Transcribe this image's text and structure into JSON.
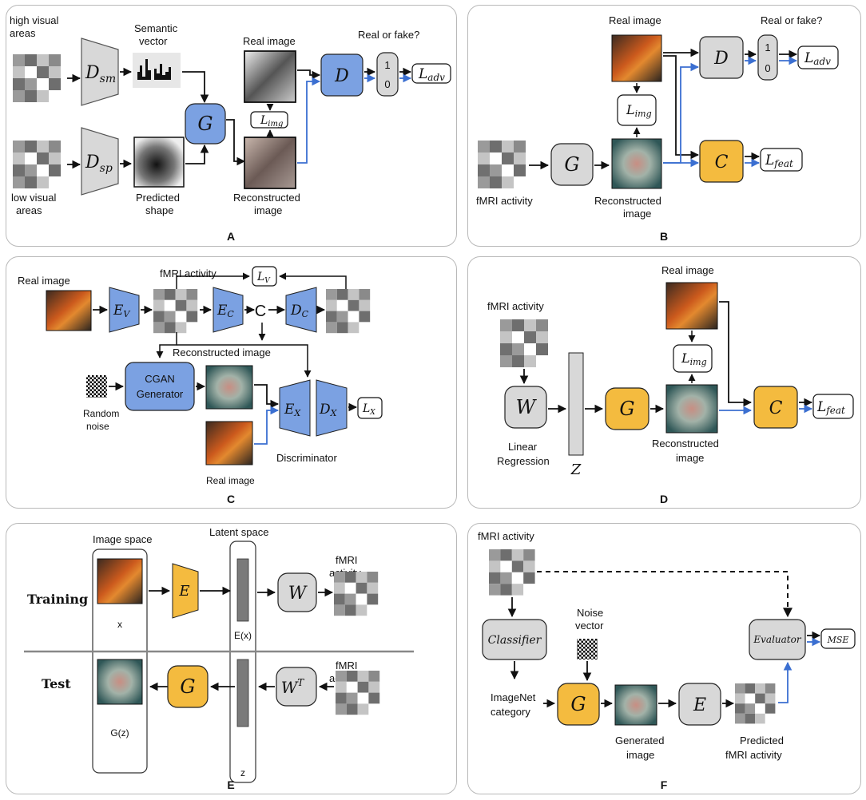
{
  "colors": {
    "blue": "#7ba1e2",
    "blue_arrow": "#3b6fd1",
    "orange": "#f4bb3f",
    "gray": "#d8d8d8",
    "border": "#b9b9b9"
  },
  "panelA": {
    "letter": "A",
    "high_areas": [
      "high visual",
      "areas"
    ],
    "low_areas": [
      "low visual",
      "areas"
    ],
    "dsm": "D",
    "dsm_sub": "sm",
    "dsp": "D",
    "dsp_sub": "sp",
    "semantic_vector": [
      "Semantic",
      "vector"
    ],
    "predicted_shape": [
      "Predicted",
      "shape"
    ],
    "g": "G",
    "real_image": "Real image",
    "real_or_fake": "Real or fake?",
    "d": "D",
    "bit_top": "1",
    "bit_bottom": "0",
    "ladv": "L",
    "ladv_sub": "adv",
    "limg": "L",
    "limg_sub": "img",
    "reconstructed": [
      "Reconstructed",
      "image"
    ]
  },
  "panelB": {
    "letter": "B",
    "real_image": "Real image",
    "real_or_fake": "Real or fake?",
    "d": "D",
    "bit_top": "1",
    "bit_bottom": "0",
    "ladv": "L",
    "ladv_sub": "adv",
    "limg": "L",
    "limg_sub": "img",
    "g": "G",
    "c": "C",
    "lfeat": "L",
    "lfeat_sub": "feat",
    "fmri": "fMRI activity",
    "reconstructed": [
      "Reconstructed",
      "image"
    ]
  },
  "panelC": {
    "letter": "C",
    "real_image_top": "Real image",
    "fmri": "fMRI activity",
    "ev": "E",
    "ev_sub": "V",
    "ec": "E",
    "ec_sub": "C",
    "c_symbol": "C",
    "dc": "D",
    "dc_sub": "C",
    "lv": "L",
    "lv_sub": "V",
    "reconstructed": "Reconstructed  image",
    "cgan": [
      "CGAN",
      "Generator"
    ],
    "random_noise": [
      "Random",
      "noise"
    ],
    "ex": "E",
    "ex_sub": "X",
    "dx": "D",
    "dx_sub": "X",
    "lx": "L",
    "lx_sub": "X",
    "discriminator": "Discriminator",
    "real_image_bottom": "Real image"
  },
  "panelD": {
    "letter": "D",
    "real_image": "Real image",
    "fmri": "fMRI activity",
    "w": "W",
    "linear_regression": [
      "Linear",
      "Regression"
    ],
    "z": "Z",
    "g": "G",
    "limg": "L",
    "limg_sub": "img",
    "c": "C",
    "lfeat": "L",
    "lfeat_sub": "feat",
    "reconstructed": [
      "Reconstructed",
      "image"
    ]
  },
  "panelE": {
    "letter": "E",
    "image_space": "Image space",
    "latent_space": "Latent space",
    "fmri_top": [
      "fMRI",
      "activity"
    ],
    "training": "Training",
    "e": "E",
    "w": "W",
    "x": "x",
    "ex": "E(x)",
    "test": "Test",
    "g": "G",
    "wt": "W",
    "wt_sup": "T",
    "fmri_bottom": [
      "fMRI",
      "activity"
    ],
    "gz": "G(z)",
    "z": "z"
  },
  "panelF": {
    "letter": "F",
    "fmri": "fMRI activity",
    "noise": [
      "Noise",
      "vector"
    ],
    "classifier": "Classifier",
    "evaluator": "Evaluator",
    "mse": "MSE",
    "imagenet": [
      "ImageNet",
      "category"
    ],
    "g": "G",
    "e": "E",
    "generated": [
      "Generated",
      "image"
    ],
    "predicted": [
      "Predicted",
      "fMRI activity"
    ]
  }
}
